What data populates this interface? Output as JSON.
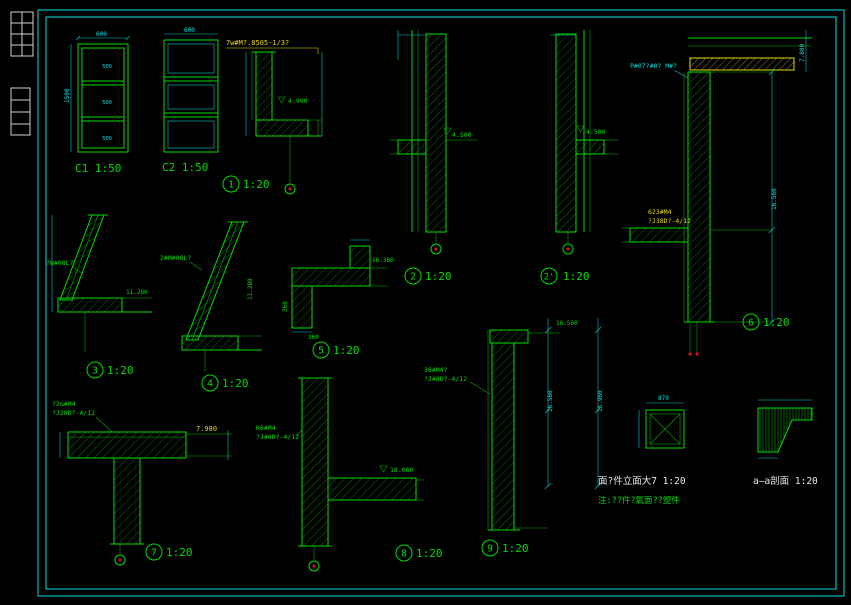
{
  "sheet": {
    "background": "#000000",
    "frame_color": "#00e0e0",
    "line_green": "#00dc00",
    "accent_cyan": "#00e0e0",
    "accent_yellow": "#e8d800",
    "accent_red": "#e01010",
    "text_white": "#e8e8e8"
  },
  "windows": [
    {
      "label": "C1 1:50",
      "top_dim": "600",
      "side_dim": "1500",
      "cell_dims": [
        "500",
        "500",
        "500"
      ]
    },
    {
      "label": "C2 1:50",
      "top_dim": "600"
    }
  ],
  "details": [
    {
      "num": "1",
      "scale": "1:20",
      "note": "7w#M?.8505-1/3?",
      "dim": "4.900"
    },
    {
      "num": "2",
      "scale": "1:20",
      "dim": "4.500"
    },
    {
      "num": "2'",
      "scale": "1:20",
      "dim": "4.500"
    },
    {
      "num": "3",
      "scale": "1:20",
      "note": "?W#08L?",
      "dim": "11.280"
    },
    {
      "num": "4",
      "scale": "1:20",
      "note": "2#M#08L?",
      "dim": "11.280"
    },
    {
      "num": "5",
      "scale": "1:20",
      "dim_top": "16.380",
      "dim_side": "360",
      "dim_bottom": "360"
    },
    {
      "num": "6",
      "scale": "1:20",
      "note_cyan": "P#07?#0? M#?",
      "note_yellow_1": "623#M4",
      "note_yellow_2": "?J38D?-4/12",
      "dim_side": "16.560",
      "dim_top": "7.800"
    },
    {
      "num": "7",
      "scale": "1:20",
      "note_1": "?2&#M4",
      "note_2": "?J28D?-4/12",
      "dim": "7.980"
    },
    {
      "num": "8",
      "scale": "1:20",
      "note_1": "K6#M4",
      "note_2": "?J#8D?-4/12",
      "dim": "18.060"
    },
    {
      "num": "9",
      "scale": "1:20",
      "note_1": "36#M4?",
      "note_2": "?J#8D?-4/12",
      "dim_top": "16.560",
      "dim_left": "16.560",
      "dim_right": "15.960"
    }
  ],
  "captions": {
    "elevation": "面?件立面大7 1:20",
    "elevation_dim": "870",
    "note": "注:??件?氧面??塑件",
    "section_aa": "a—a剖面 1:20"
  }
}
